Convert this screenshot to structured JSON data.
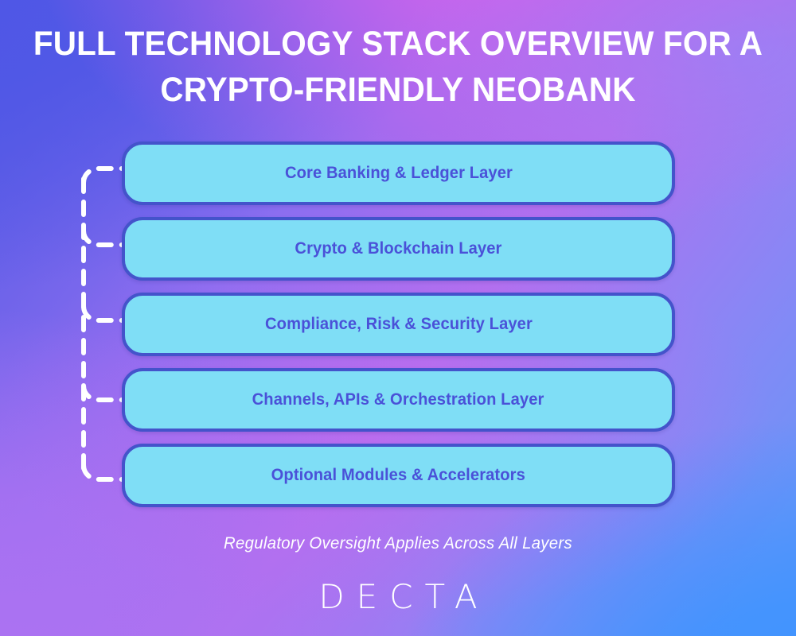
{
  "theme": {
    "bg_top_left": "#5058e3",
    "bg_top_right": "#8b86f5",
    "bg_bottom_left": "#ad72f2",
    "bg_bottom_right": "#4c90f8",
    "bg_accent_magenta": "#c964ec",
    "box_fill": "#7fdef6",
    "box_border": "#4453cb",
    "box_text": "#4a51d8",
    "text_on_bg": "#ffffff",
    "connector_line": "#ffffff"
  },
  "header": {
    "title": "FULL TECHNOLOGY STACK OVERVIEW FOR A\nCRYPTO-FRIENDLY NEOBANK",
    "title_line_1": "FULL TECHNOLOGY STACK OVERVIEW FOR A",
    "title_line_2": "CRYPTO-FRIENDLY NEOBANK"
  },
  "diagram": {
    "type": "stacked-layers",
    "connector_style": "dashed",
    "connector_icon": "dashed-bracket-connector",
    "layers": [
      {
        "id": "core-banking",
        "label": "Core Banking & Ledger Layer"
      },
      {
        "id": "crypto-blockchain",
        "label": "Crypto & Blockchain Layer"
      },
      {
        "id": "compliance-risk-security",
        "label": "Compliance, Risk & Security Layer"
      },
      {
        "id": "channels-apis-orchestration",
        "label": "Channels, APIs & Orchestration Layer"
      },
      {
        "id": "optional-modules",
        "label": "Optional Modules & Accelerators"
      }
    ]
  },
  "footer": {
    "caption": "Regulatory Oversight Applies Across All Layers",
    "logo": "DECTA"
  }
}
